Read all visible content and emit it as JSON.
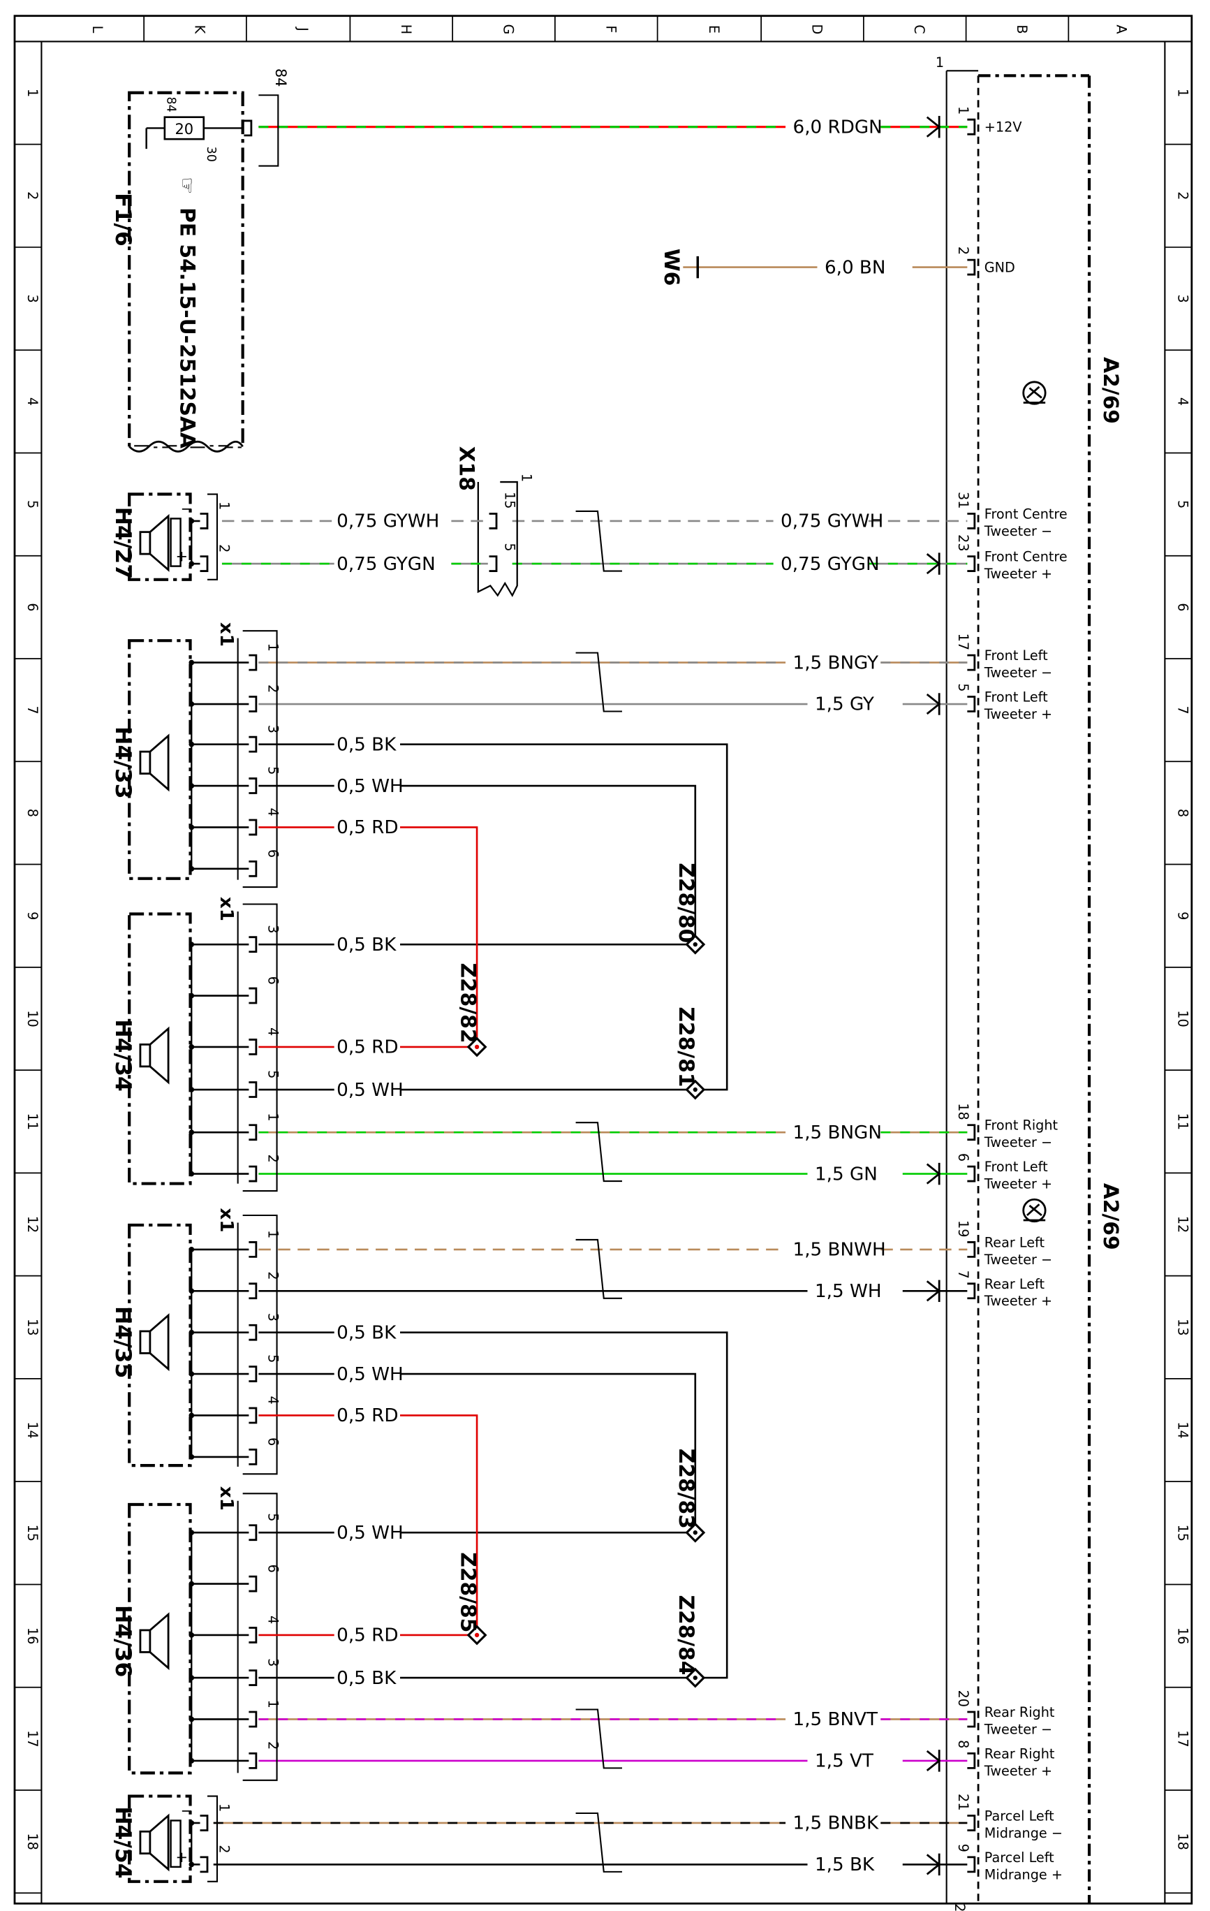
{
  "grid": {
    "col_labels": [
      "L",
      "K",
      "J",
      "H",
      "G",
      "F",
      "E",
      "D",
      "C",
      "B",
      "A"
    ],
    "row_labels": [
      "1",
      "2",
      "3",
      "4",
      "5",
      "6",
      "7",
      "8",
      "9",
      "10",
      "11",
      "12",
      "13",
      "14",
      "15",
      "16",
      "17",
      "18"
    ]
  },
  "fuse": {
    "id": "F1/6",
    "part": "PE 54.15-U-2512SAA",
    "rating": "20",
    "pin_in": "84",
    "pin_out": "30",
    "pin_top": "84"
  },
  "ground": {
    "id": "W6"
  },
  "module": {
    "id": "A2/69",
    "corner_pin": "1"
  },
  "connector_x18": {
    "id": "X18",
    "pin_top": "1",
    "pins": [
      "15",
      "5"
    ]
  },
  "speaker_ids": [
    "H4/27",
    "H4/33",
    "H4/34",
    "H4/35",
    "H4/36",
    "H4/54"
  ],
  "connector_label": "x1",
  "speaker_pins": {
    "h427": [
      "1",
      "2"
    ],
    "h433": [
      "1",
      "2",
      "3",
      "5",
      "4",
      "6"
    ],
    "h434": [
      "3",
      "6",
      "4",
      "5",
      "1",
      "2"
    ],
    "h435": [
      "1",
      "2",
      "3",
      "5",
      "4",
      "6"
    ],
    "h436": [
      "5",
      "6",
      "4",
      "3",
      "1",
      "2"
    ],
    "h454": [
      "1",
      "2"
    ]
  },
  "module_pins": [
    {
      "pin": "1",
      "label": "+12V",
      "label2": ""
    },
    {
      "pin": "2",
      "label": "GND",
      "label2": ""
    },
    {
      "pin": "31",
      "label": "Front Centre",
      "label2": "Tweeter −"
    },
    {
      "pin": "23",
      "label": "Front Centre",
      "label2": "Tweeter +"
    },
    {
      "pin": "17",
      "label": "Front Left",
      "label2": "Tweeter −"
    },
    {
      "pin": "5",
      "label": "Front Left",
      "label2": "Tweeter +"
    },
    {
      "pin": "18",
      "label": "Front Right",
      "label2": "Tweeter −"
    },
    {
      "pin": "6",
      "label": "Front Left",
      "label2": "Tweeter +"
    },
    {
      "pin": "19",
      "label": "Rear Left",
      "label2": "Tweeter −"
    },
    {
      "pin": "7",
      "label": "Rear Left",
      "label2": "Tweeter +"
    },
    {
      "pin": "20",
      "label": "Rear Right",
      "label2": "Tweeter −"
    },
    {
      "pin": "8",
      "label": "Rear Right",
      "label2": "Tweeter +"
    },
    {
      "pin": "21",
      "label": "Parcel Left",
      "label2": "Midrange −"
    },
    {
      "pin": "9",
      "label": "Parcel Left",
      "label2": "Midrange +"
    },
    {
      "pin": "2",
      "label": "",
      "label2": ""
    }
  ],
  "wires_right": [
    {
      "label": "6,0 RDGN",
      "c1": "#ff0000",
      "c2": "#00cc00"
    },
    {
      "label": "6,0 BN",
      "c1": "#b98a5a",
      "c2": ""
    },
    {
      "label": "0,75 GYWH",
      "c1": "#888888",
      "c2": "#ffffff"
    },
    {
      "label": "0,75 GYGN",
      "c1": "#888888",
      "c2": "#00cc00"
    },
    {
      "label": "1,5 BNGY",
      "c1": "#b98a5a",
      "c2": "#888888"
    },
    {
      "label": "1,5 GY",
      "c1": "#888888",
      "c2": ""
    },
    {
      "label": "1,5 BNGN",
      "c1": "#b98a5a",
      "c2": "#00cc00"
    },
    {
      "label": "1,5 GN",
      "c1": "#00cc00",
      "c2": ""
    },
    {
      "label": "1,5 BNWH",
      "c1": "#b98a5a",
      "c2": "#ffffff"
    },
    {
      "label": "1,5 WH",
      "c1": "#000000",
      "c2": ""
    },
    {
      "label": "1,5 BNVT",
      "c1": "#b98a5a",
      "c2": "#cc00cc"
    },
    {
      "label": "1,5 VT",
      "c1": "#cc00cc",
      "c2": ""
    },
    {
      "label": "1,5 BNBK",
      "c1": "#b98a5a",
      "c2": "#000000"
    },
    {
      "label": "1,5 BK",
      "c1": "#000000",
      "c2": ""
    }
  ],
  "wires_left": [
    {
      "label": "0,75 GYWH"
    },
    {
      "label": "0,75 GYGN"
    },
    {
      "label": "0,5 BK"
    },
    {
      "label": "0,5 WH"
    },
    {
      "label": "0,5 RD"
    },
    {
      "label": "0,5 BK"
    },
    {
      "label": "0,5 RD"
    },
    {
      "label": "0,5 WH"
    },
    {
      "label": "0,5 BK"
    },
    {
      "label": "0,5 WH"
    },
    {
      "label": "0,5 RD"
    },
    {
      "label": "0,5 WH"
    },
    {
      "label": "0,5 RD"
    },
    {
      "label": "0,5 BK"
    }
  ],
  "splices": [
    "Z28/80",
    "Z28/82",
    "Z28/81",
    "Z28/83",
    "Z28/85",
    "Z28/84"
  ],
  "colors": {
    "ink": "#000000",
    "red": "#e00000",
    "green": "#00cc00",
    "brown": "#b98a5a",
    "gray": "#888888",
    "violet": "#cc00cc"
  }
}
